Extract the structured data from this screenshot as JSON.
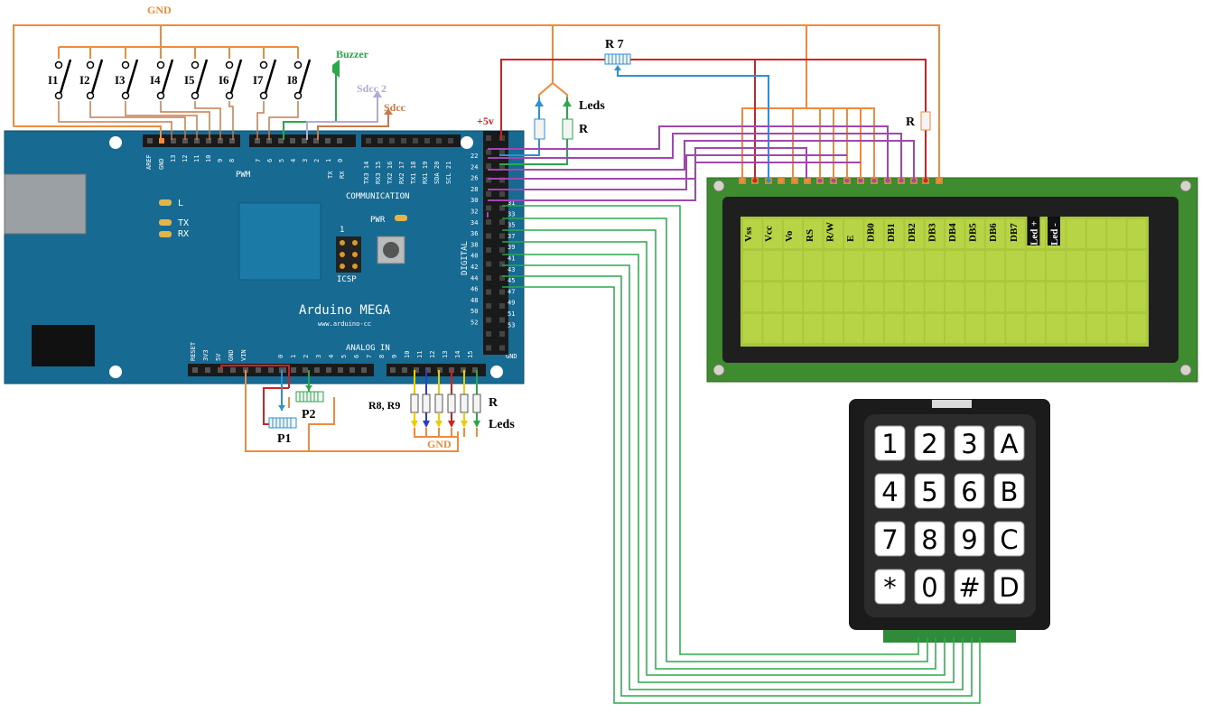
{
  "labels": {
    "gnd_top": "GND",
    "buzzer": "Buzzer",
    "sdcc2": "Sdcc 2",
    "sdcc": "Sdcc",
    "plus5v": "+5v",
    "r7": "R 7",
    "leds_top": "Leds",
    "r_top": "R",
    "r_lcd": "R",
    "p1": "P1",
    "p2": "P2",
    "r8r9": "R8, R9",
    "r_bottom": "R",
    "leds_bottom": "Leds",
    "gnd_bottom": "GND"
  },
  "switches": [
    "I1",
    "I2",
    "I3",
    "I4",
    "I5",
    "I6",
    "I7",
    "I8"
  ],
  "board": {
    "name": "Arduino MEGA",
    "url": "www.arduino-cc",
    "pwm": "PWM",
    "communication": "COMMUNICATION",
    "analog_in": "ANALOG IN",
    "digital": "DIGITAL",
    "pwr": "PWR",
    "icsp": "ICSP",
    "icsp_num": "1",
    "led_l": "L",
    "led_tx": "TX",
    "led_rx": "RX",
    "gnd": "GND",
    "aref": "AREF",
    "gnd_pin": "GND",
    "top_pins": [
      "13",
      "12",
      "11",
      "10",
      "9",
      "8"
    ],
    "top_pins2": [
      "7",
      "6",
      "5",
      "4",
      "3",
      "2",
      "1",
      "0"
    ],
    "comm_pins": [
      "TX3 14",
      "RX3 15",
      "TX2 16",
      "RX2 17",
      "TX1 18",
      "RX1 19",
      "SDA 20",
      "SCL 21"
    ],
    "power_pins": [
      "RESET",
      "3V3",
      "5V",
      "GND",
      "VIN"
    ],
    "analog_pins": [
      "0",
      "1",
      "2",
      "3",
      "4",
      "5",
      "6",
      "7",
      "8",
      "9",
      "10",
      "11",
      "12",
      "13",
      "14",
      "15"
    ],
    "digital_left": [
      "22",
      "24",
      "26",
      "28",
      "30",
      "32",
      "34",
      "36",
      "38",
      "40",
      "42",
      "44",
      "46",
      "48",
      "50",
      "52"
    ],
    "digital_right": [
      "31",
      "33",
      "35",
      "37",
      "39",
      "41",
      "43",
      "45",
      "47",
      "49",
      "51",
      "53"
    ],
    "comm_tx": "TX",
    "comm_rx": "RX"
  },
  "lcd": {
    "pins": [
      "Vss",
      "Vcc",
      "Vo",
      "RS",
      "R/W",
      "E",
      "DB0",
      "DB1",
      "DB2",
      "DB3",
      "DB4",
      "DB5",
      "DB6",
      "DB7",
      "Led +",
      "Led -"
    ]
  },
  "keypad": {
    "keys": [
      "1",
      "2",
      "3",
      "A",
      "4",
      "5",
      "6",
      "B",
      "7",
      "8",
      "9",
      "C",
      "*",
      "0",
      "#",
      "D"
    ]
  },
  "colors": {
    "gnd_wire": "#f08a3c",
    "vcc_wire": "#d42020",
    "data_wire": "#a347b0",
    "blue_wire": "#2d8fd4",
    "green_wire": "#2aa84a",
    "board": "#176a92",
    "lcd_pcb": "#3f8b2f",
    "lcd_screen": "#aac83c"
  }
}
